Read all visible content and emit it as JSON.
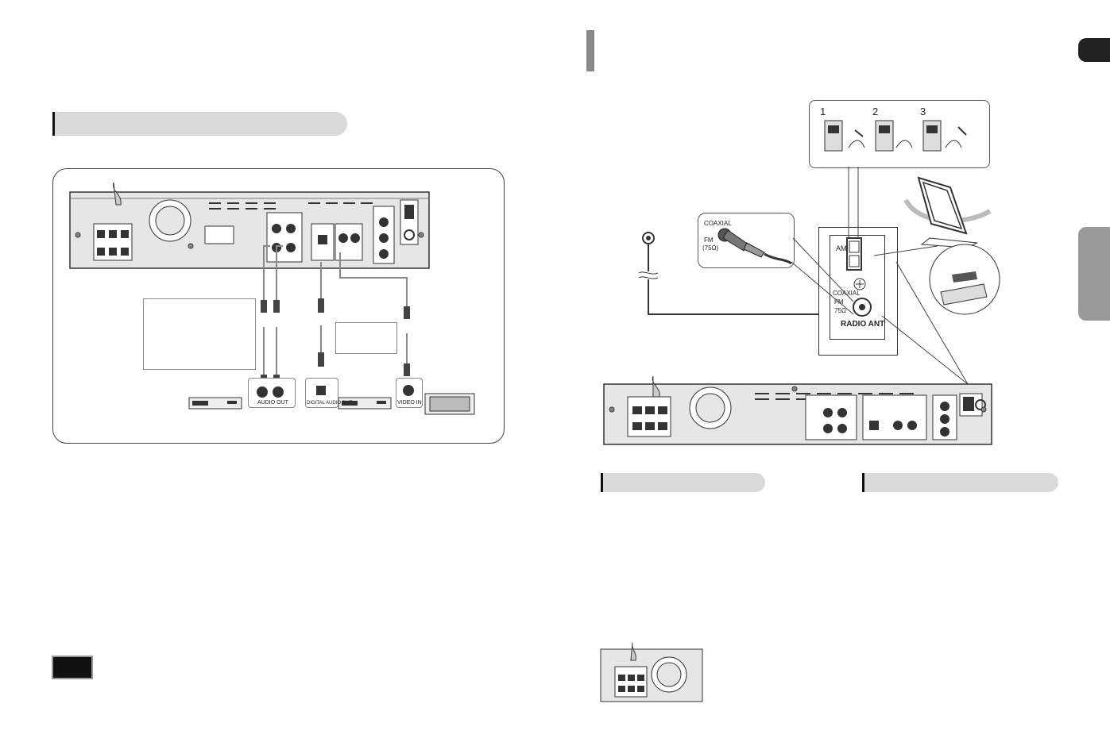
{
  "left_panel": {
    "audio_out_label": "AUDIO OUT",
    "digital_audio_label": "DIGITAL AUDIO OUT",
    "video_in_label": "VIDEO IN"
  },
  "antenna": {
    "step_numbers": [
      "1",
      "2",
      "3"
    ],
    "coaxial_callout_lines": [
      "COAXIAL",
      "FM",
      "(75Ω)"
    ],
    "terminal_am": "AM",
    "terminal_fm_lines": [
      "COAXIAL",
      "FM",
      "75Ω"
    ],
    "radio_ant_label": "RADIO ANT"
  },
  "colors": {
    "section_pill": "#d9d9d9",
    "side_tab_dark": "#222222",
    "side_tab_gray": "#999999",
    "device_body": "#e6e6e6"
  }
}
